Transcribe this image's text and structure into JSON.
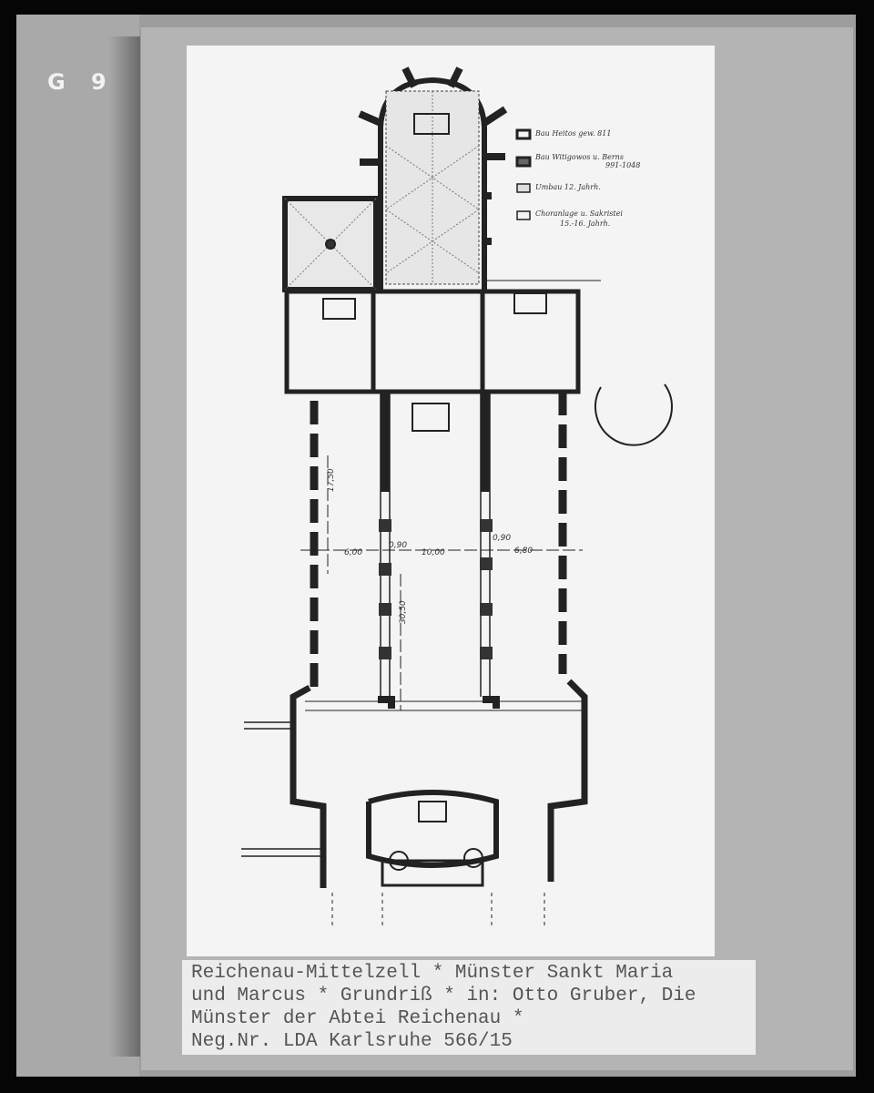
{
  "corner_label": "G 9",
  "legend": [
    {
      "label": "Bau Heitos gew. 811",
      "fill": "solid"
    },
    {
      "label": "Bau Witigowos u. Berns",
      "date": "991-1048",
      "fill": "dark-hatched"
    },
    {
      "label": "Umbau 12. Jahrh.",
      "fill": "dotted"
    },
    {
      "label": "Choranlage u. Sakristei",
      "date": "15.-16. Jahrh.",
      "fill": "empty"
    }
  ],
  "dimensions": {
    "aisle_length": "17,50",
    "nave_length": "30,50",
    "north_aisle_width": "6,00",
    "pier_north": "0,90",
    "nave_width": "10,00",
    "pier_south": "0,90",
    "south_aisle_width": "6,80"
  },
  "caption": {
    "lines": [
      "Reichenau-Mittelzell * Münster Sankt Maria",
      "und Marcus * Grundriß * in: Otto Gruber, Die",
      "Münster der Abtei Reichenau *",
      "Neg.Nr. LDA Karlsruhe 566/15"
    ]
  }
}
